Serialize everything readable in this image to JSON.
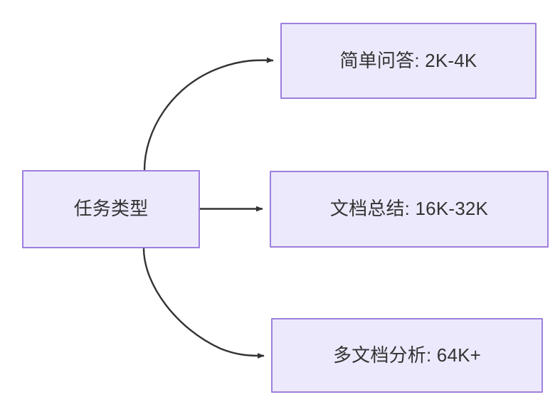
{
  "diagram": {
    "type": "flowchart",
    "direction": "left-to-right",
    "background_color": "#ffffff",
    "node_fill_color": "#ece9fc",
    "node_border_color": "#9d7fdd",
    "node_text_color": "#333333",
    "edge_color": "#333333"
  },
  "nodes": {
    "source": {
      "id": "source",
      "label": "任务类型"
    },
    "simple_qa": {
      "id": "simple_qa",
      "label": "简单问答: 2K-4K"
    },
    "doc_summary": {
      "id": "doc_summary",
      "label": "文档总结: 16K-32K"
    },
    "multi_doc": {
      "id": "multi_doc",
      "label": "多文档分析: 64K+"
    }
  },
  "edges": [
    {
      "id": "edge-source-simple-qa",
      "from": "任务类型",
      "to": "简单问答: 2K-4K",
      "label": "",
      "style": "curved-arrow"
    },
    {
      "id": "edge-source-doc-summary",
      "from": "任务类型",
      "to": "文档总结: 16K-32K",
      "label": "",
      "style": "straight-arrow"
    },
    {
      "id": "edge-source-multi-doc",
      "from": "任务类型",
      "to": "多文档分析: 64K+",
      "label": "",
      "style": "curved-arrow"
    }
  ]
}
